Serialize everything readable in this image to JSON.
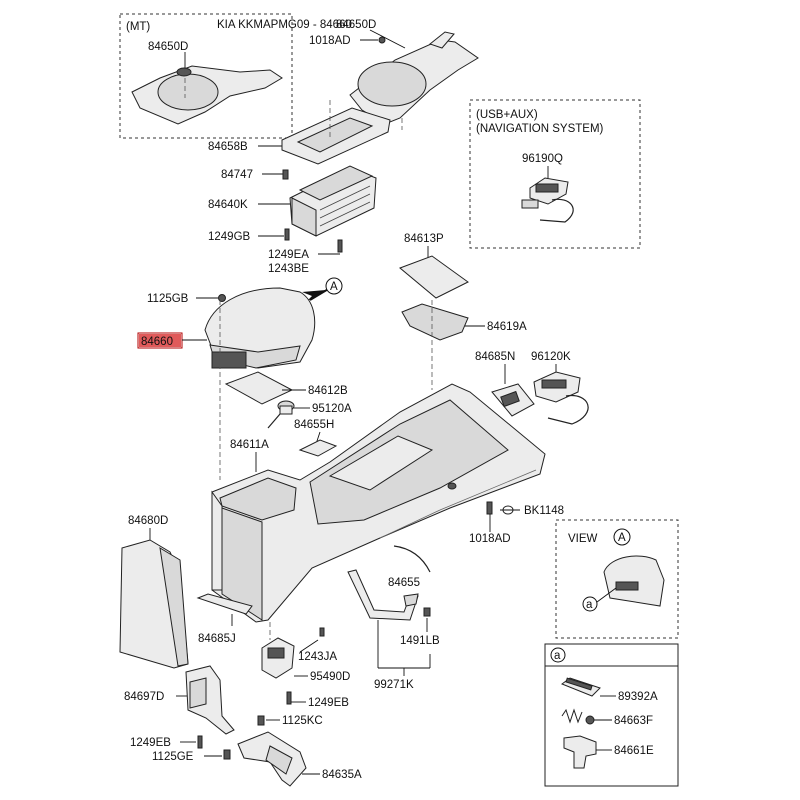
{
  "header": {
    "mt_label": "(MT)",
    "title": "KIA KKMAPMG09 - 84660"
  },
  "navigation_box": {
    "line1": "(USB+AUX)",
    "line2": "(NAVIGATION SYSTEM)",
    "part": "96190Q"
  },
  "view_box": {
    "title": "VIEW",
    "circle_letter": "A",
    "callout": "a"
  },
  "detail_box": {
    "letter": "a",
    "parts": [
      "89392A",
      "84663F",
      "84661E"
    ]
  },
  "highlight": {
    "part": "84660",
    "color": "#e05a5a"
  },
  "view_arrow_letter": "A",
  "labels": {
    "p84650D_mt": "84650D",
    "p84650D": "84650D",
    "p1018AD_top": "1018AD",
    "p84658B": "84658B",
    "p84747": "84747",
    "p84640K": "84640K",
    "p1249GB": "1249GB",
    "p1249EA": "1249EA",
    "p1243BE": "1243BE",
    "p84613P": "84613P",
    "p1125GB": "1125GB",
    "p84619A": "84619A",
    "p84685N": "84685N",
    "p96120K": "96120K",
    "p84612B": "84612B",
    "p95120A": "95120A",
    "p84655H": "84655H",
    "p84611A": "84611A",
    "p84680D": "84680D",
    "pBK1148": "BK1148",
    "p1018AD_mid": "1018AD",
    "p84655": "84655",
    "p84685J": "84685J",
    "p1491LB": "1491LB",
    "p1243JA": "1243JA",
    "p95490D": "95490D",
    "p99271K": "99271K",
    "p84697D": "84697D",
    "p1249EB_a": "1249EB",
    "p1125KC": "1125KC",
    "p1249EB_b": "1249EB",
    "p1125GE": "1125GE",
    "p84635A": "84635A"
  }
}
